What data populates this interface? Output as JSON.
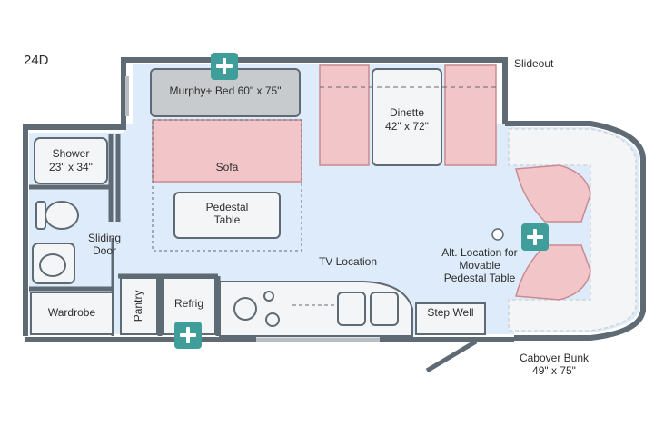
{
  "model": "24D",
  "colors": {
    "wall": "#5f6b74",
    "floor": "#deebfa",
    "cushion": "#f2c6c9",
    "cushion_line": "#c98a90",
    "bed": "#c8cbcd",
    "counter": "#f4f5f6",
    "accent": "#3f9e9a"
  },
  "labels": {
    "slideout": "Slideout",
    "murphy_bed": "Murphy+ Bed 60\" x 75\"",
    "dinette": "Dinette",
    "dinette_size": "42\" x 72\"",
    "shower": "Shower",
    "shower_size": "23\" x 34\"",
    "sofa": "Sofa",
    "pedestal_table": "Pedestal Table",
    "sliding_door": "Sliding Door",
    "wardrobe": "Wardrobe",
    "pantry": "Pantry",
    "refrig": "Refrig",
    "tv_location": "TV Location",
    "alt_location": "Alt. Location for Movable Pedestal Table",
    "step_well": "Step Well",
    "cabover_bunk": "Cabover Bunk",
    "cabover_size": "49\" x 75\""
  },
  "markers": [
    {
      "name": "murphy-bed-plus-icon",
      "icon": "plus-icon"
    },
    {
      "name": "cab-seats-plus-icon",
      "icon": "plus-icon"
    },
    {
      "name": "refrig-plus-icon",
      "icon": "plus-icon"
    }
  ]
}
